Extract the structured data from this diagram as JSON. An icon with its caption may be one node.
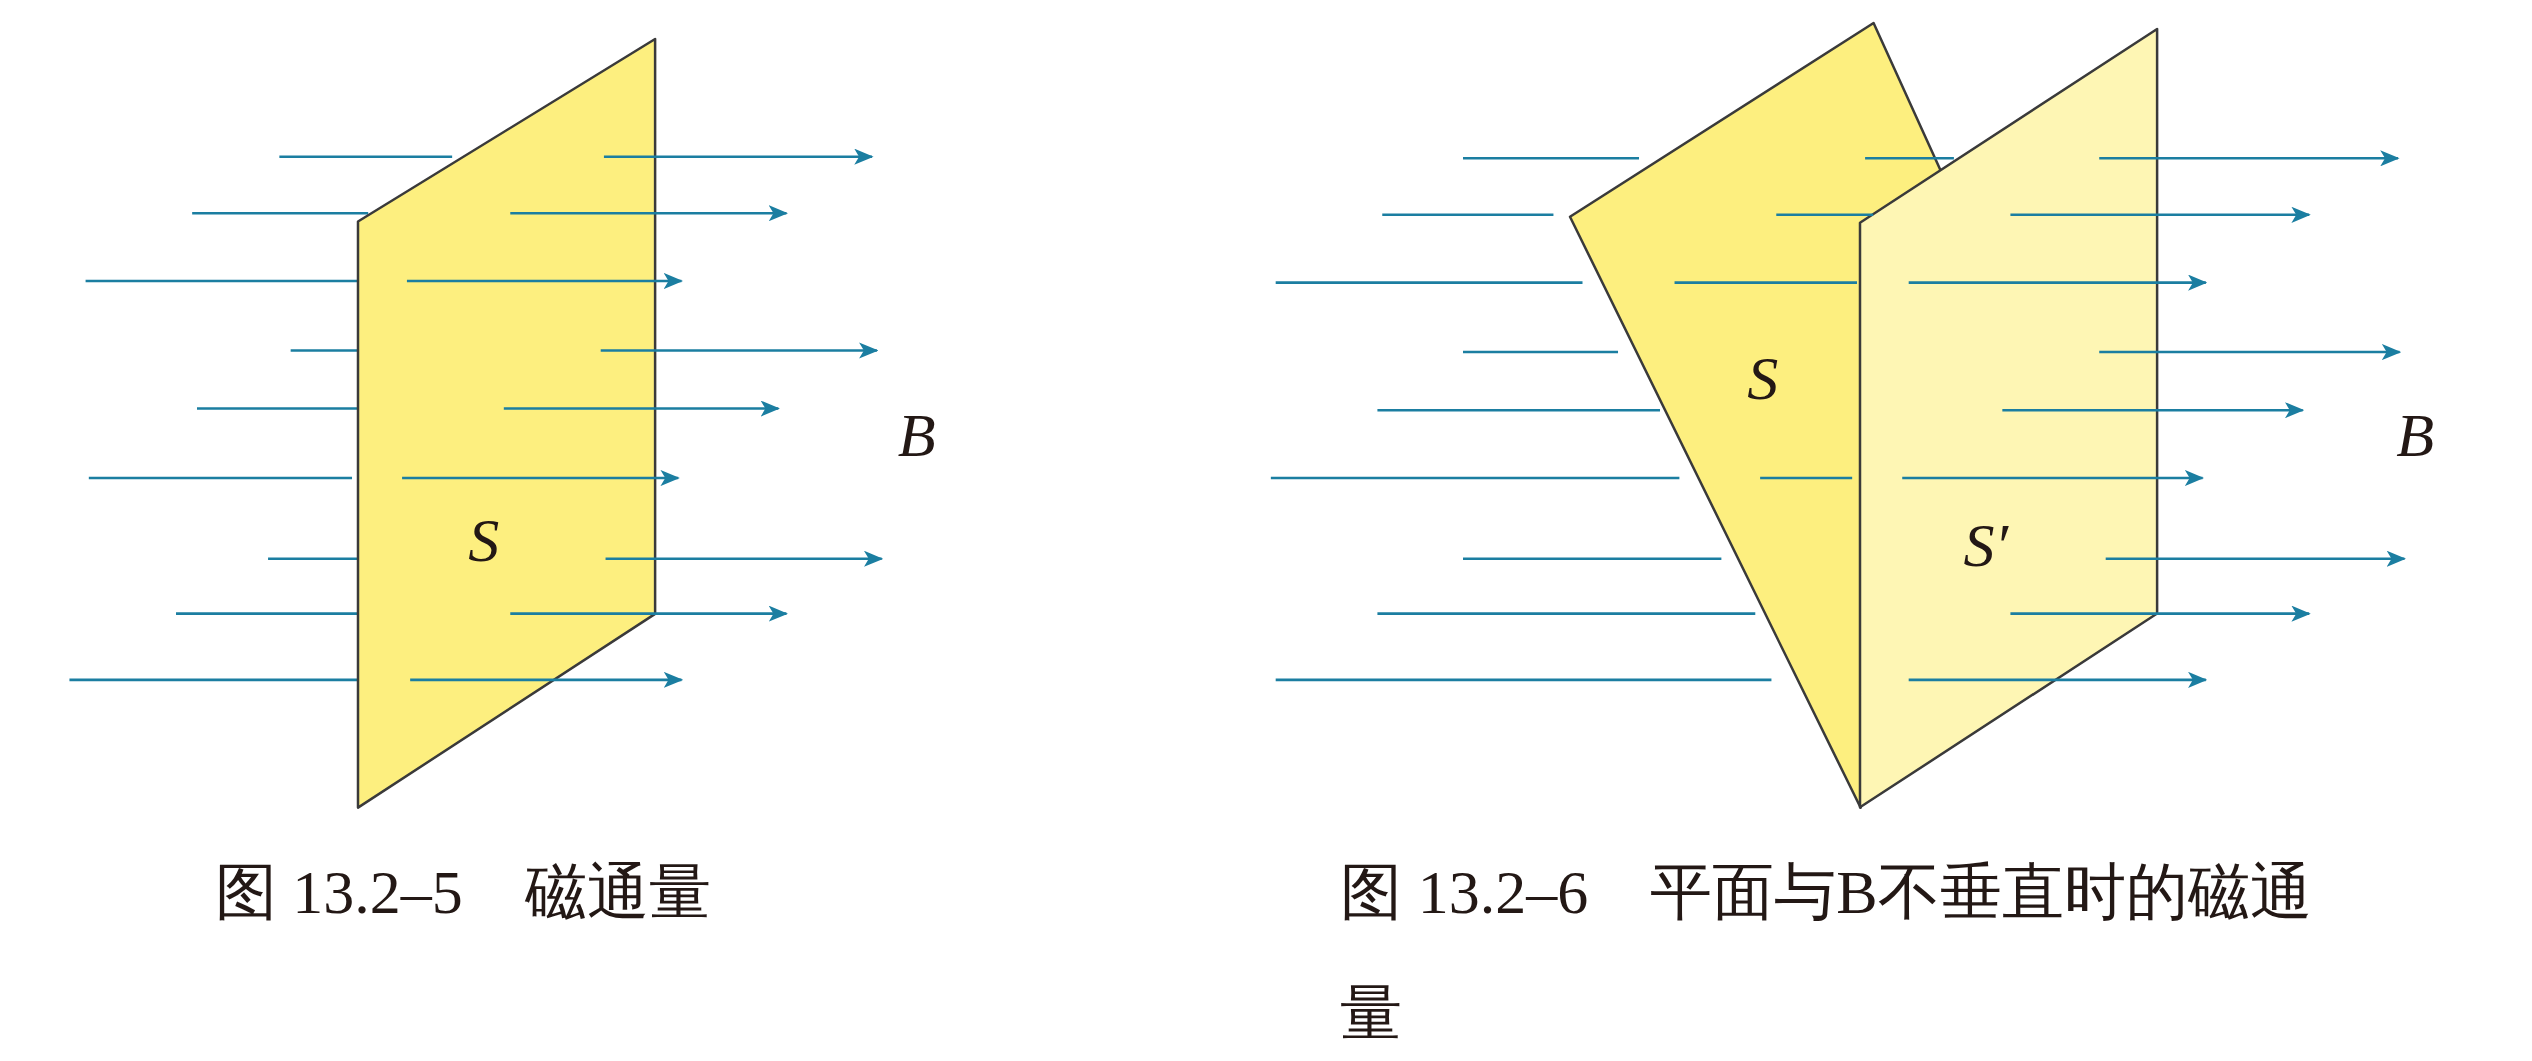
{
  "diagram": {
    "nodes": [
      {
        "text": [
          "S"
        ]
      },
      {
        "text": [
          "S"
        ]
      },
      {
        "text": [
          "S′"
        ]
      }
    ],
    "labels": [
      "B",
      "B",
      "图 13.2–5　磁通量",
      "图 13.2–6　平面与B不垂直时的磁通量"
    ]
  }
}
